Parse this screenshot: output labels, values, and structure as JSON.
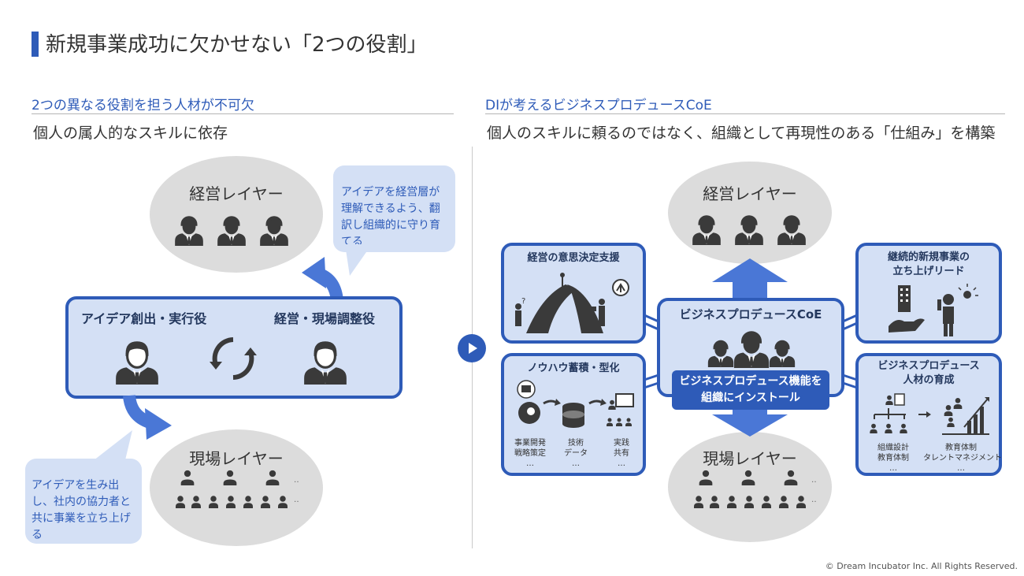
{
  "title": "新規事業成功に欠かせない「2つの役割」",
  "left": {
    "heading": "2つの異なる役割を担う人材が不可欠",
    "subheading": "個人の属人的なスキルに依存",
    "top_layer": "経営レイヤー",
    "bottom_layer": "現場レイヤー",
    "bubble_top": "アイデアを経営層が理解できるよう、翻訳し組織的に守り育てる",
    "bubble_bottom": "アイデアを生み出し、社内の協力者と共に事業を立ち上げる",
    "role_left": "アイデア創出・実行役",
    "role_right": "経営・現場調整役"
  },
  "right": {
    "heading": "DIが考えるビジネスプロデュースCoE",
    "subheading": "個人のスキルに頼るのではなく、組織として再現性のある「仕組み」を構築",
    "top_layer": "経営レイヤー",
    "bottom_layer": "現場レイヤー",
    "center_title": "ビジネスプロデュースCoE",
    "center_label_1": "ビジネスプロデュース機能を",
    "center_label_2": "組織にインストール",
    "box_tl": "経営の意思決定支援",
    "box_bl": "ノウハウ蓄積・型化",
    "bl_items": [
      {
        "l1": "事業開発",
        "l2": "戦略策定"
      },
      {
        "l1": "技術",
        "l2": "データ"
      },
      {
        "l1": "実践",
        "l2": "共有"
      }
    ],
    "box_tr_1": "継続的新規事業の",
    "box_tr_2": "立ち上げリード",
    "box_br_1": "ビジネスプロデュース",
    "box_br_2": "人材の育成",
    "br_items": [
      {
        "l1": "組織設計",
        "l2": "教育体制"
      },
      {
        "l1": "教育体制",
        "l2": "タレントマネジメント"
      }
    ]
  },
  "ellipsis": "…",
  "dots": "‥",
  "copyright": "© Dream Incubator Inc. All Rights Reserved.",
  "colors": {
    "accent": "#2e5bb8",
    "light": "#d4e0f5",
    "gray": "#dcdcdc",
    "icon": "#3a3a3a"
  }
}
